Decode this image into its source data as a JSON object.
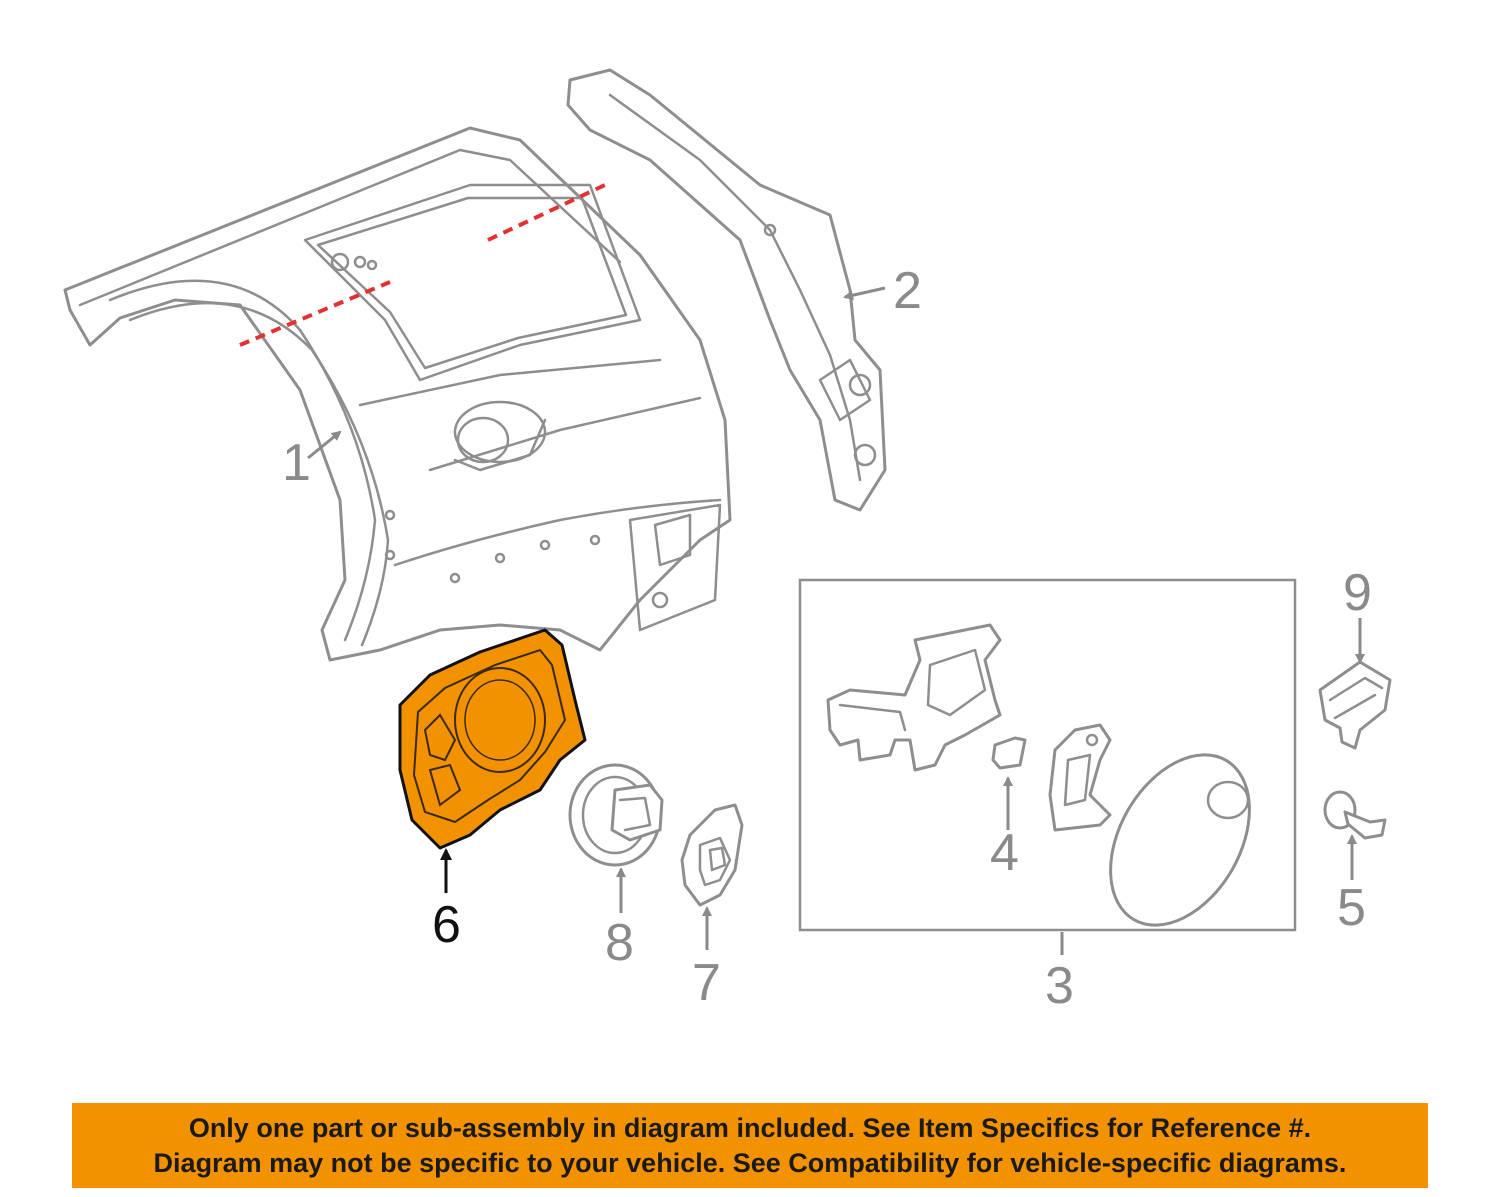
{
  "colors": {
    "highlight": "#f39200",
    "banner": "#f39200",
    "line": "#8e8e8e",
    "cut_line": "#e53030"
  },
  "callouts": {
    "c1": "1",
    "c2": "2",
    "c3": "3",
    "c4": "4",
    "c5": "5",
    "c6": "6",
    "c7": "7",
    "c8": "8",
    "c9": "9"
  },
  "highlighted_part": "6",
  "disclaimer": {
    "line1": "Only one part or sub-assembly in diagram included. See Item Specifics for Reference #.",
    "line2": "Diagram may not be specific to your vehicle. See Compatibility for vehicle-specific diagrams."
  }
}
